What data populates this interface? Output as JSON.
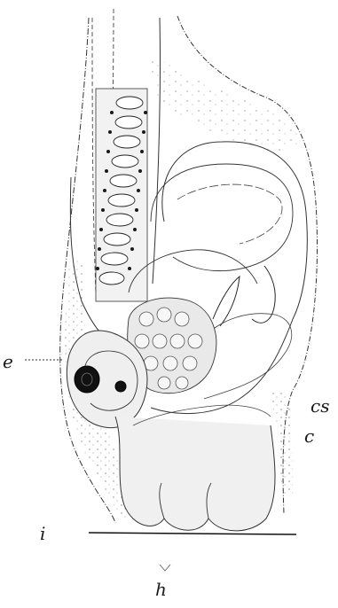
{
  "figure": {
    "labels": {
      "e": "e",
      "cs": "cs",
      "c": "c",
      "i": "i",
      "h": "h"
    },
    "colors": {
      "ink": "#1a1a1a",
      "stipple": "#6b6b6b",
      "tissue": "#e6e6e6",
      "dark_mass": "#111111"
    }
  }
}
